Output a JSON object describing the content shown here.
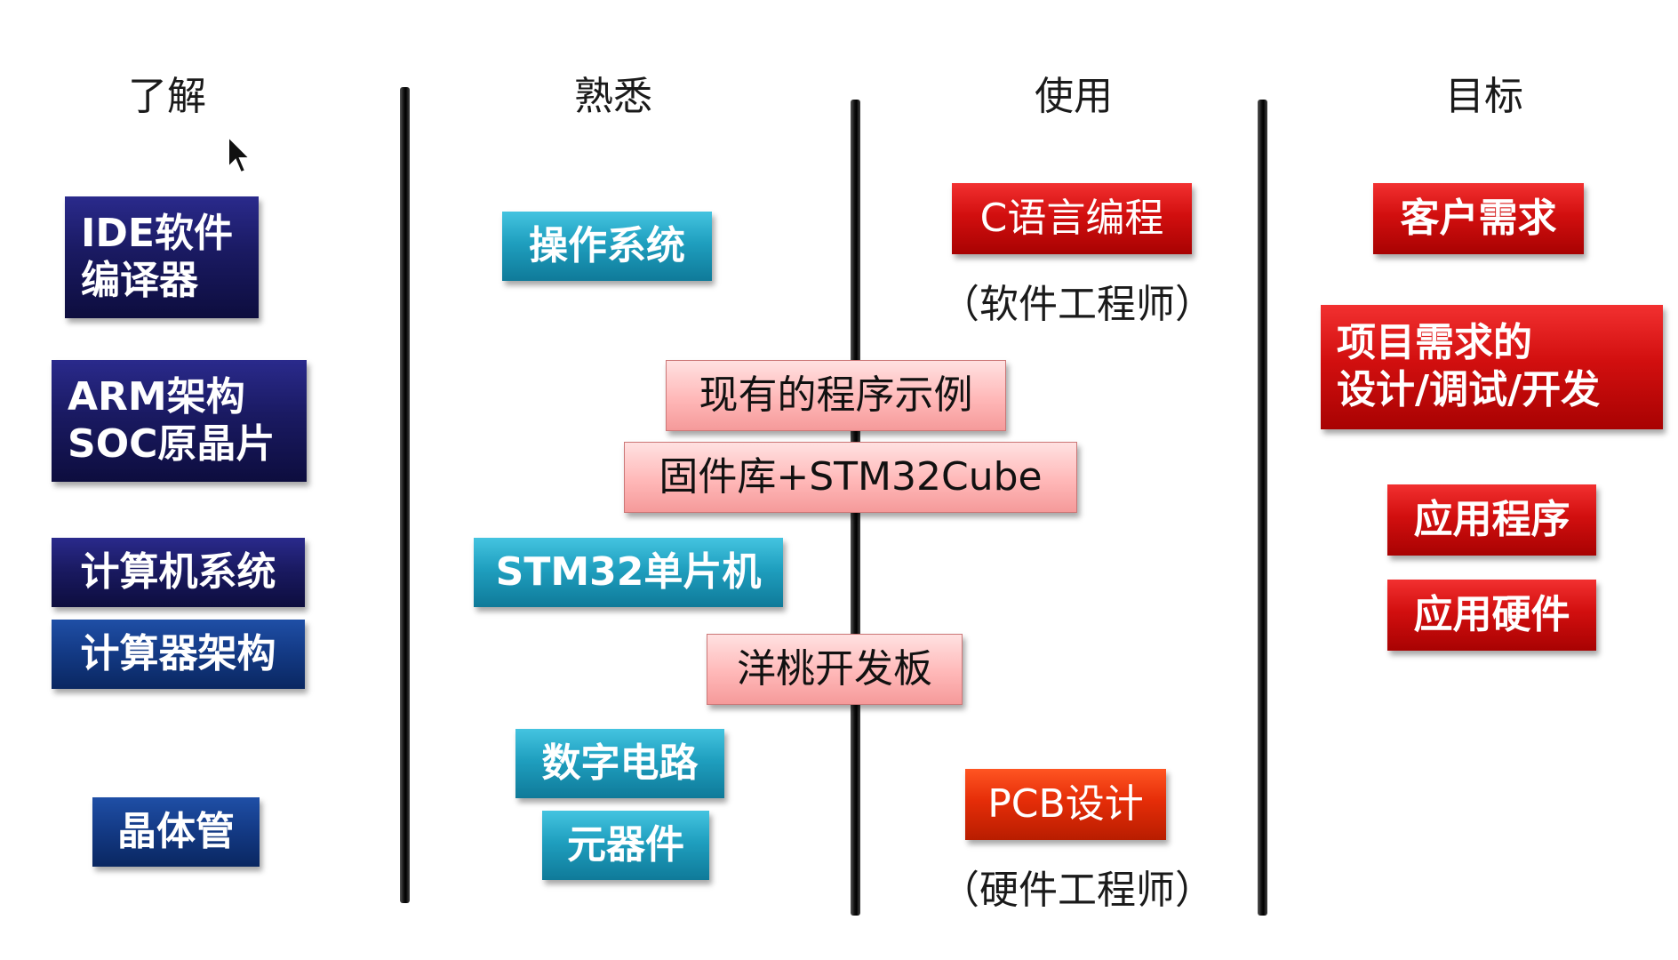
{
  "columns": [
    "了解",
    "熟悉",
    "使用",
    "目标"
  ],
  "understand": {
    "ide_line1": "IDE软件",
    "ide_line2": "编译器",
    "arm_line1": "ARM架构",
    "arm_line2": "SOC原晶片",
    "computer_system": "计算机系统",
    "calculator_arch": "计算器架构",
    "transistor": "晶体管"
  },
  "familiar": {
    "os": "操作系统",
    "stm32": "STM32单片机",
    "digital_circuit": "数字电路",
    "components": "元器件"
  },
  "bridge": {
    "examples": "现有的程序示例",
    "firmware": "固件库+STM32Cube",
    "board": "洋桃开发板"
  },
  "use": {
    "c_programming": "C语言编程",
    "software_engineer": "（软件工程师）",
    "pcb": "PCB设计",
    "hardware_engineer": "（硬件工程师）"
  },
  "goal": {
    "customer_req": "客户需求",
    "project_line1": "项目需求的",
    "project_line2": "设计/调试/开发",
    "app_program": "应用程序",
    "app_hardware": "应用硬件"
  },
  "colors": {
    "navy": "#1a1a62",
    "cyan": "#1f9fbf",
    "pink": "#ffb8b8",
    "red": "#d20f0f"
  }
}
